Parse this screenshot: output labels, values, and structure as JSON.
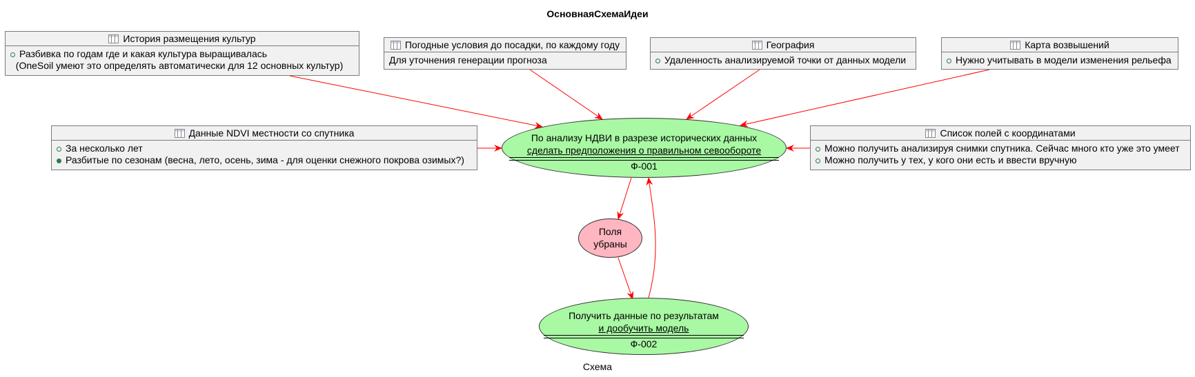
{
  "diagram": {
    "title": "ОсновнаяСхемаИдеи",
    "caption": "Схема",
    "entities": {
      "history": {
        "title": "История размещения культур",
        "items": [
          {
            "text": "Разбивка по годам где и какая культура выращивалась",
            "filled": false
          },
          {
            "text": "  (OneSoil умеют это определять автоматически для 12 основных культур)",
            "filled": null
          }
        ]
      },
      "weather": {
        "title": "Погодные условия до посадки, по каждому году",
        "note": "Для уточнения генерации прогноза"
      },
      "geography": {
        "title": "География",
        "items": [
          {
            "text": "Удаленность анализируемой точки от данных модели",
            "filled": false
          }
        ]
      },
      "elevation": {
        "title": "Карта возвышений",
        "items": [
          {
            "text": "Нужно учитывать в модели изменения рельефа",
            "filled": false
          }
        ]
      },
      "ndvi": {
        "title": "Данные NDVI местности со спутника",
        "items": [
          {
            "text": "За несколько лет",
            "filled": false
          },
          {
            "text": "Разбитые по сезонам (весна, лето, осень, зима - для оценки снежного покрова озимых?)",
            "filled": true
          }
        ]
      },
      "fields": {
        "title": "Список полей с координатами",
        "items": [
          {
            "text": "Можно получить анализируя снимки спутника. Сейчас много кто уже это умеет",
            "filled": false
          },
          {
            "text": "Можно получить у тех, у кого они есть и ввести вручную",
            "filled": false
          }
        ]
      }
    },
    "usecases": {
      "f001": {
        "line1": "По анализу НДВИ в разрезе исторических данных",
        "line2": "сделать предположения о правильном севообороте",
        "code": "Ф-001"
      },
      "f002": {
        "line1": "Получить данные по результатам",
        "line2": "и дообучить модель",
        "code": "Ф-002"
      }
    },
    "state": {
      "line1": "Поля",
      "line2": "убраны"
    },
    "colors": {
      "usecase_fill": "#a9f8a4",
      "state_fill": "#ffb6c1",
      "entity_fill": "#f1f1f1",
      "arrow": "#ff0000"
    }
  }
}
